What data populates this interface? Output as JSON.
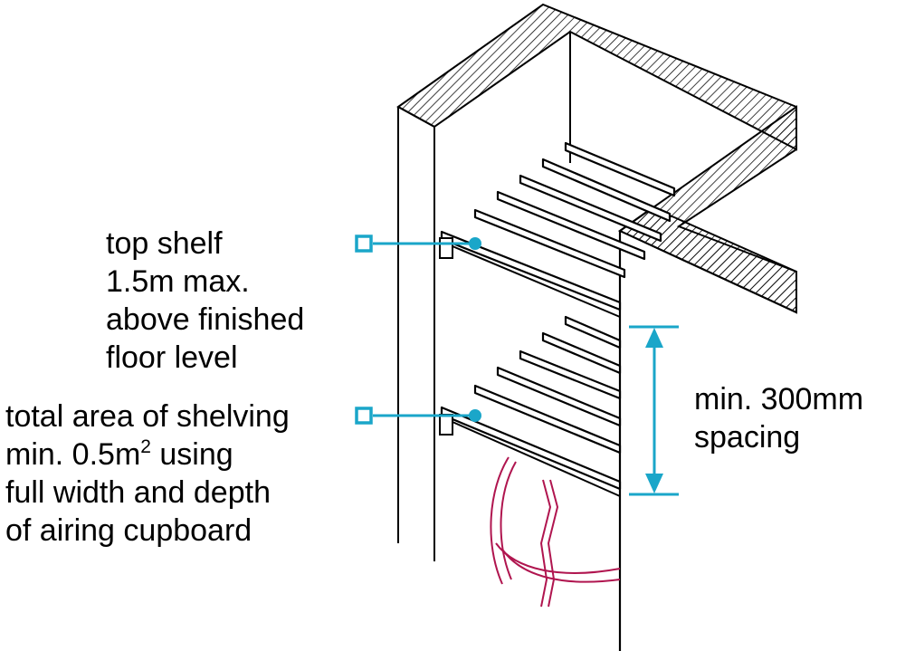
{
  "labels": {
    "top_shelf": {
      "lines": [
        "top shelf",
        "1.5m max.",
        "above finished",
        "floor level"
      ]
    },
    "shelving_area": {
      "lines": [
        "total area of shelving",
        "min. 0.5m",
        "2",
        " using",
        "full width and depth",
        "of airing cupboard"
      ]
    },
    "spacing": {
      "lines": [
        "min. 300mm",
        "spacing"
      ]
    }
  },
  "colors": {
    "callout": "#1aa6c9",
    "pipe": "#b0154f",
    "line": "#000000"
  },
  "icons": {
    "callout_marker": "square-marker-icon",
    "callout_dot": "dot-marker-icon",
    "dimension_arrow": "double-arrow-icon"
  }
}
